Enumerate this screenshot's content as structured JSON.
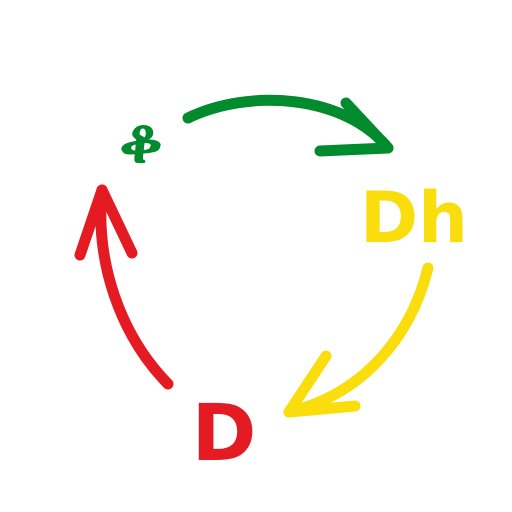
{
  "nodes": {
    "top": {
      "label": "ቆ",
      "color": "#008b2f"
    },
    "right": {
      "label": "Dh",
      "color": "#f9dd0c"
    },
    "bottom": {
      "label": "D",
      "color": "#e41b23"
    }
  },
  "arrows": {
    "top_to_right": {
      "color": "#008b2f"
    },
    "right_to_bottom": {
      "color": "#f9dd0c"
    },
    "bottom_to_top": {
      "color": "#e41b23"
    }
  }
}
